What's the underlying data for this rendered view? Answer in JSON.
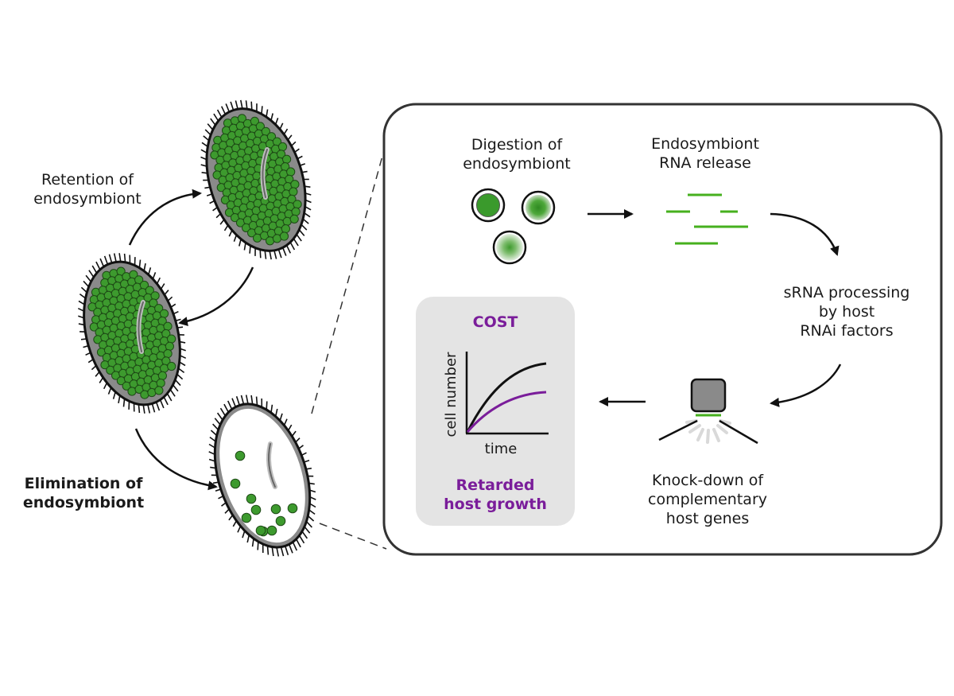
{
  "left": {
    "retention_label": [
      "Retention of",
      "endosymbiont"
    ],
    "elimination_label": [
      "Elimination of",
      "endosymbiont"
    ]
  },
  "process": {
    "digestion_label": [
      "Digestion of",
      "endosymbiont"
    ],
    "rna_release_label": [
      "Endosymbiont",
      "RNA release"
    ],
    "srna_label": [
      "sRNA processing",
      "by host",
      "RNAi factors"
    ],
    "knockdown_label": [
      "Knock-down of",
      "complementary",
      "host genes"
    ]
  },
  "cost_box": {
    "title": "COST",
    "outcome": [
      "Retarded",
      "host growth"
    ],
    "ylabel": "cell number",
    "xlabel": "time"
  },
  "colors": {
    "green": "#3d9a2e",
    "rna_green": "#46b01e",
    "purple": "#7a1d9a",
    "cell_gray": "#8a8a8a",
    "box_gray": "#e4e4e4"
  },
  "icons": [
    "cell-full-icon",
    "cell-digested-icon",
    "digesting-vesicle-icon",
    "rna-fragment-icon",
    "rnai-complex-icon",
    "growth-curve-icon"
  ]
}
